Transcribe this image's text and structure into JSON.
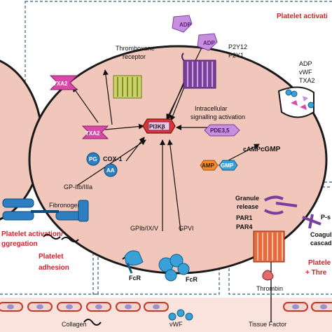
{
  "regions": {
    "platelet_activation": "Platelet activati",
    "platelet_activation_aggregation_1": "Platelet activation/",
    "platelet_activation_aggregation_2": "ggregation",
    "platelet_adhesion_1": "Platelet",
    "platelet_adhesion_2": "adhesion",
    "coagulation_1": "Platele",
    "coagulation_2": "+ Thre"
  },
  "receptors": {
    "thromboxane_1": "Thromboxane",
    "thromboxane_2": "receptor",
    "p2y12": "P2Y12",
    "p2y1": "P2Y1",
    "gp2b3a": "GP-IIb/IIIa",
    "gp1b": "GPIb/IX/V",
    "gpvi": "GPVI",
    "fcr_left": "FcR",
    "fcr_right": "FcR",
    "par1": "PAR1",
    "par4": "PAR4",
    "psel": "P-s"
  },
  "molecules": {
    "adp_top": "ADP",
    "adp_mid": "ADP",
    "txa2_out": "TXA2",
    "txa2_in": "TXA2",
    "pg": "PG",
    "aa": "AA",
    "cox1": "COX-1",
    "pi3kb": "PI3Kβ",
    "pde": "PDE3,5",
    "amp": "AMP",
    "gmp": "GMP",
    "camp": "cAMP",
    "cgmp": "cGMP",
    "thrombin": "Thrombin",
    "fibronogen": "Fibronogen",
    "collagen": "Collagen",
    "vwf": "vWF",
    "tissue_factor": "Tissue Factor"
  },
  "text": {
    "intracellular_1": "Intracellular",
    "intracellular_2": "signalling activation",
    "granule_1": "Granule",
    "granule_2": "release",
    "granule_adp": "ADP",
    "granule_vwf": "vWF",
    "granule_txa2": "TXA2",
    "coag_1": "Coagul",
    "coag_2": "cascad"
  },
  "colors": {
    "cell_fill": "#f2c7bb",
    "cell_stroke": "#1a1a1a",
    "red_text": "#d2232a",
    "adp_purple": "#c78fe0",
    "txa2_pink": "#d94aa8",
    "gp_blue": "#2e7fc1",
    "pi3k_red": "#d93636",
    "amp_orange": "#f08a2a",
    "gmp_blue": "#3aa0d8"
  }
}
